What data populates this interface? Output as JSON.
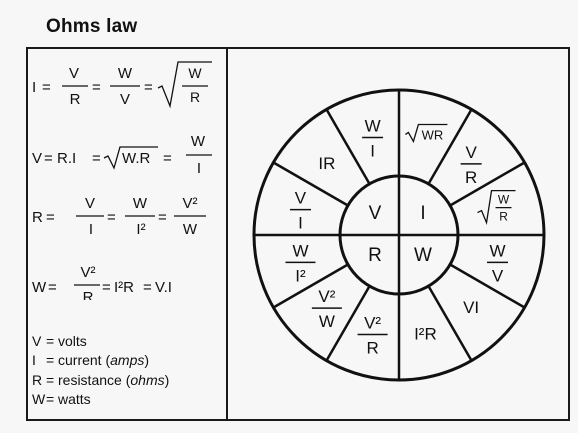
{
  "title": "Ohms law",
  "formulas": {
    "current": {
      "lhs": "I",
      "f1_num": "V",
      "f1_den": "R",
      "f2_num": "W",
      "f2_den": "V",
      "root_num": "W",
      "root_den": "R"
    },
    "voltage": {
      "lhs": "V",
      "mid": "R.I",
      "root": "W.R",
      "frac_num": "W",
      "frac_den": "I"
    },
    "resistance": {
      "lhs": "R",
      "f1_num": "V",
      "f1_den": "I",
      "f2_num": "W",
      "f2_den": "I²",
      "f3_num": "V²",
      "f3_den": "W"
    },
    "power": {
      "lhs": "W",
      "f1_num": "V²",
      "f1_den": "R",
      "rest": "I²R",
      "rest2": "V.I"
    }
  },
  "legend": [
    {
      "symbol": "V",
      "text": "volts",
      "note": ""
    },
    {
      "symbol": "I",
      "text": "current ",
      "note": "amps"
    },
    {
      "symbol": "R",
      "text": "resistance ",
      "note": "ohms"
    },
    {
      "symbol": "W",
      "text": "watts",
      "note": ""
    }
  ],
  "wheel": {
    "inner": {
      "top_left": "V",
      "top_right": "I",
      "bottom_left": "R",
      "bottom_right": "W"
    },
    "segments": [
      {
        "type": "sqrt",
        "text": "WR"
      },
      {
        "type": "frac",
        "num": "V",
        "den": "R"
      },
      {
        "type": "sqrtfrac",
        "num": "W",
        "den": "R"
      },
      {
        "type": "frac",
        "num": "W",
        "den": "V"
      },
      {
        "type": "text",
        "text": "VI"
      },
      {
        "type": "text",
        "text": "I²R"
      },
      {
        "type": "frac",
        "num": "V²",
        "den": "R"
      },
      {
        "type": "frac",
        "num": "V²",
        "den": "W"
      },
      {
        "type": "frac",
        "num": "W",
        "den": "I²"
      },
      {
        "type": "frac",
        "num": "V",
        "den": "I"
      },
      {
        "type": "text",
        "text": "IR"
      },
      {
        "type": "frac",
        "num": "W",
        "den": "I"
      }
    ]
  }
}
